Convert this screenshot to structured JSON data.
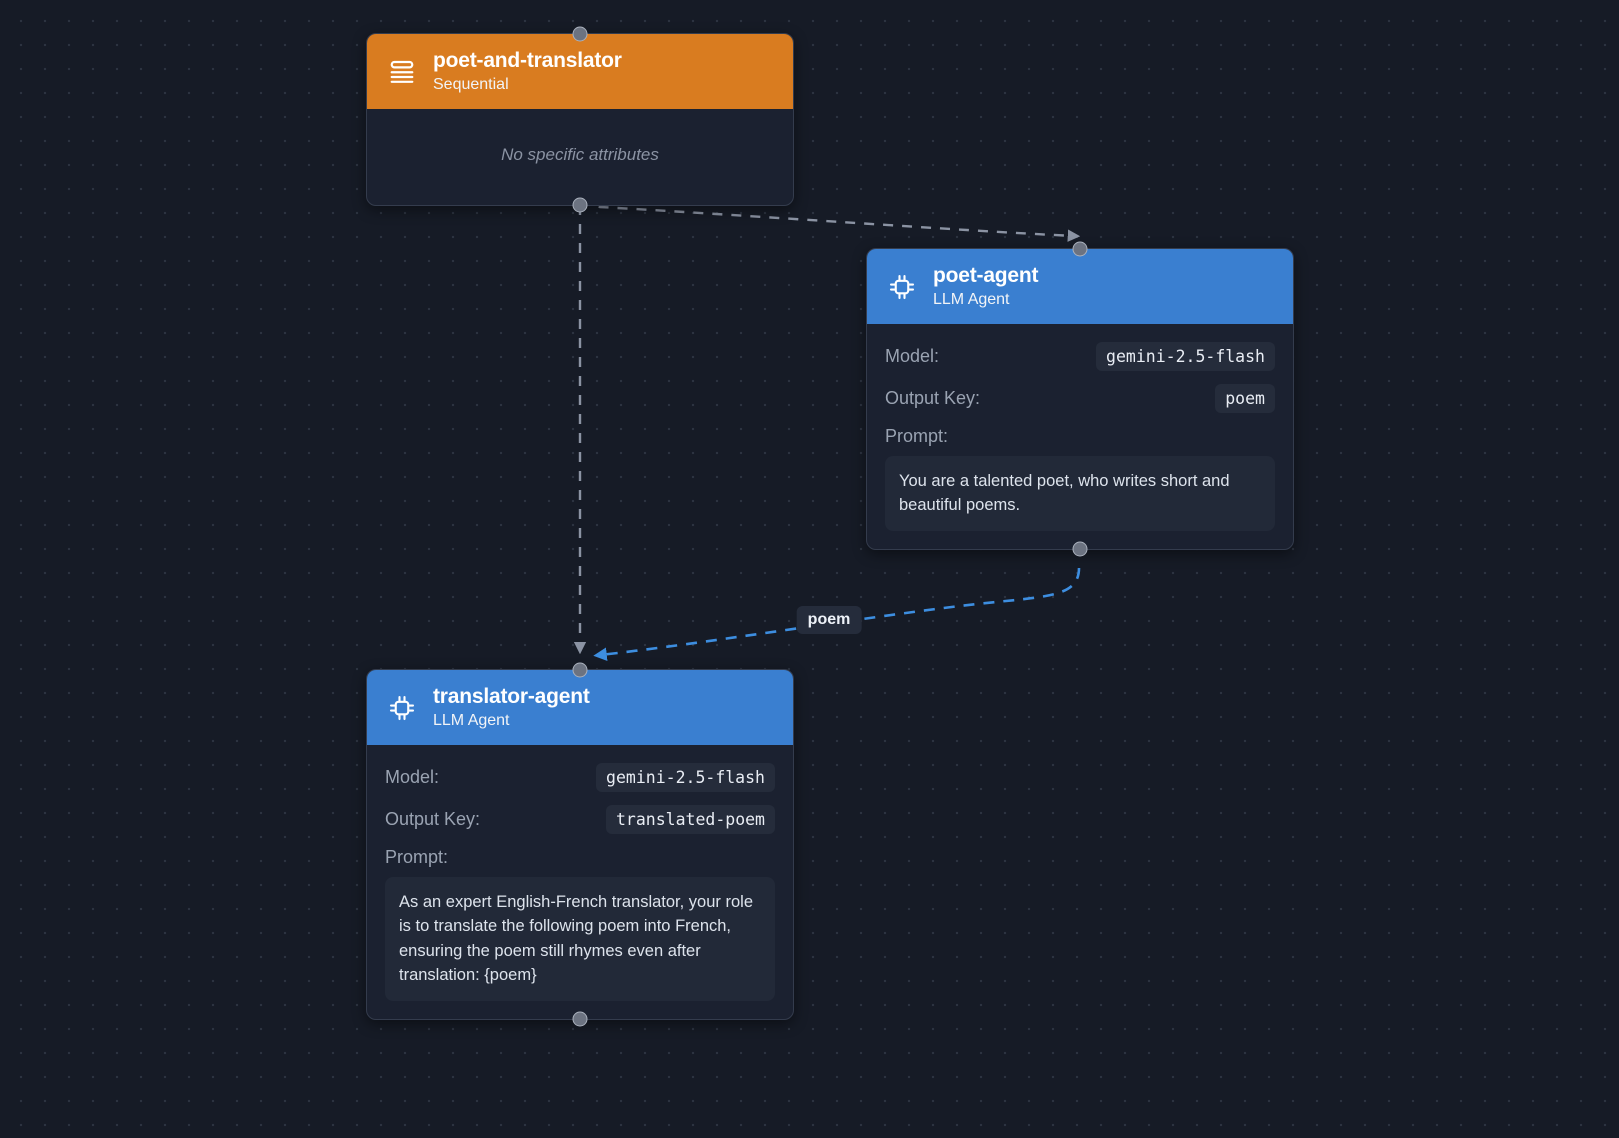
{
  "canvas": {
    "background_color": "#161b26",
    "dot_color": "#2c3340"
  },
  "nodes": [
    {
      "id": "poet-and-translator",
      "title": "poet-and-translator",
      "subtitle": "Sequential",
      "icon": "list-sequence-icon",
      "header_color": "#d97c20",
      "empty_text": "No specific attributes"
    },
    {
      "id": "poet-agent",
      "title": "poet-agent",
      "subtitle": "LLM Agent",
      "icon": "cpu-chip-icon",
      "header_color": "#3a7fd0",
      "model_label": "Model:",
      "model_value": "gemini-2.5-flash",
      "output_key_label": "Output Key:",
      "output_key_value": "poem",
      "prompt_label": "Prompt:",
      "prompt_value": "You are a talented poet, who writes short and beautiful poems."
    },
    {
      "id": "translator-agent",
      "title": "translator-agent",
      "subtitle": "LLM Agent",
      "icon": "cpu-chip-icon",
      "header_color": "#3a7fd0",
      "model_label": "Model:",
      "model_value": "gemini-2.5-flash",
      "output_key_label": "Output Key:",
      "output_key_value": "translated-poem",
      "prompt_label": "Prompt:",
      "prompt_value": "As an expert English-French translator, your role is to translate the following poem into French, ensuring the poem still rhymes even after translation: {poem}"
    }
  ],
  "edges": [
    {
      "id": "seq-to-poet",
      "from": "poet-and-translator",
      "to": "poet-agent",
      "label": "",
      "color": "#8b93a3",
      "style": "dashed"
    },
    {
      "id": "seq-to-translator",
      "from": "poet-and-translator",
      "to": "translator-agent",
      "label": "",
      "color": "#8b93a3",
      "style": "dashed"
    },
    {
      "id": "poet-to-translator",
      "from": "poet-agent",
      "to": "translator-agent",
      "label": "poem",
      "color": "#3d8ee0",
      "style": "dashed"
    }
  ]
}
